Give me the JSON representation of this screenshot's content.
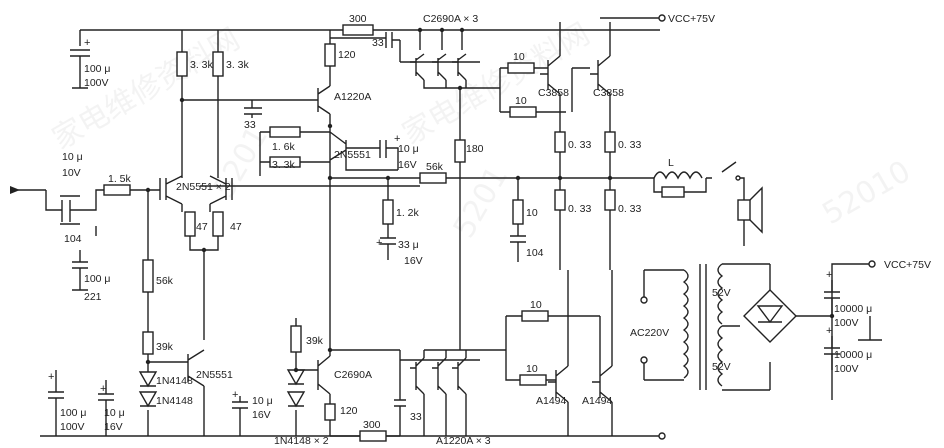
{
  "supply": {
    "top_rail": "VCC+75V",
    "psu_out": "VCC+75V",
    "ac_in": "AC220V"
  },
  "labels": {
    "c_vcc_top": "100 μ",
    "c_vcc_top_v": "100V",
    "r_33k_a": "3. 3k",
    "r_33k_b": "3. 3k",
    "r_300_top": "300",
    "q_c2690_top": "C2690A × 3",
    "r_120_top": "120",
    "q_a1220": "A1220A",
    "c_33_top": "33",
    "c_33_mid": "33",
    "r_10_a": "10",
    "r_10_b": "10",
    "q_c3858_a": "C3858",
    "q_c3858_b": "C3858",
    "r_16k": "1. 6k",
    "r_33k_bias": "3. 3k",
    "q_2n5551_vbe": "2N5551",
    "c_10u_bias": "10 μ",
    "c_10u_bias_v": "16V",
    "r_180": "180",
    "r_033_a": "0. 33",
    "r_033_b": "0. 33",
    "r_033_c": "0. 33",
    "r_033_d": "0. 33",
    "l_out": "L",
    "c_in": "10 μ",
    "c_in_v": "10V",
    "r_in": "1. 5k",
    "c_in_104": "104",
    "q_diff": "2N5551 × 2",
    "r_47_a": "47",
    "r_47_b": "47",
    "r_56k_fb": "56k",
    "r_12k": "1. 2k",
    "c_fb": "33 μ",
    "c_fb_v": "16V",
    "r_zobel": "10",
    "c_zobel": "104",
    "c_100u_in": "100 μ",
    "c_221": "221",
    "r_56k_in": "56k",
    "r_39k_a": "39k",
    "r_39k_b": "39k",
    "d_1n4148_a": "1N4148",
    "d_1n4148_b": "1N4148",
    "q_2n5551_cs": "2N5551",
    "c_vcc_bot": "100 μ",
    "c_vcc_bot_v": "100V",
    "c_10u_a": "10 μ",
    "c_10u_a_v": "16V",
    "c_10u_b": "10 μ",
    "c_10u_b_v": "16V",
    "d_1n4148_x2": "1N4148 × 2",
    "q_c2690_bot": "C2690A",
    "r_120_bot": "120",
    "r_300_bot": "300",
    "c_33_bot": "33",
    "q_a1220_x3": "A1220A × 3",
    "r_10_c": "10",
    "r_10_d": "10",
    "q_a1494_a": "A1494",
    "q_a1494_b": "A1494",
    "tr_52v_a": "52V",
    "tr_52v_b": "52V",
    "c_psu_a": "10000 μ",
    "c_psu_a_v": "100V",
    "c_psu_b": "10000 μ",
    "c_psu_b_v": "100V"
  },
  "watermark": [
    "家电维修资料网",
    "5201",
    "家电维修资料网",
    "5201",
    "52010"
  ]
}
